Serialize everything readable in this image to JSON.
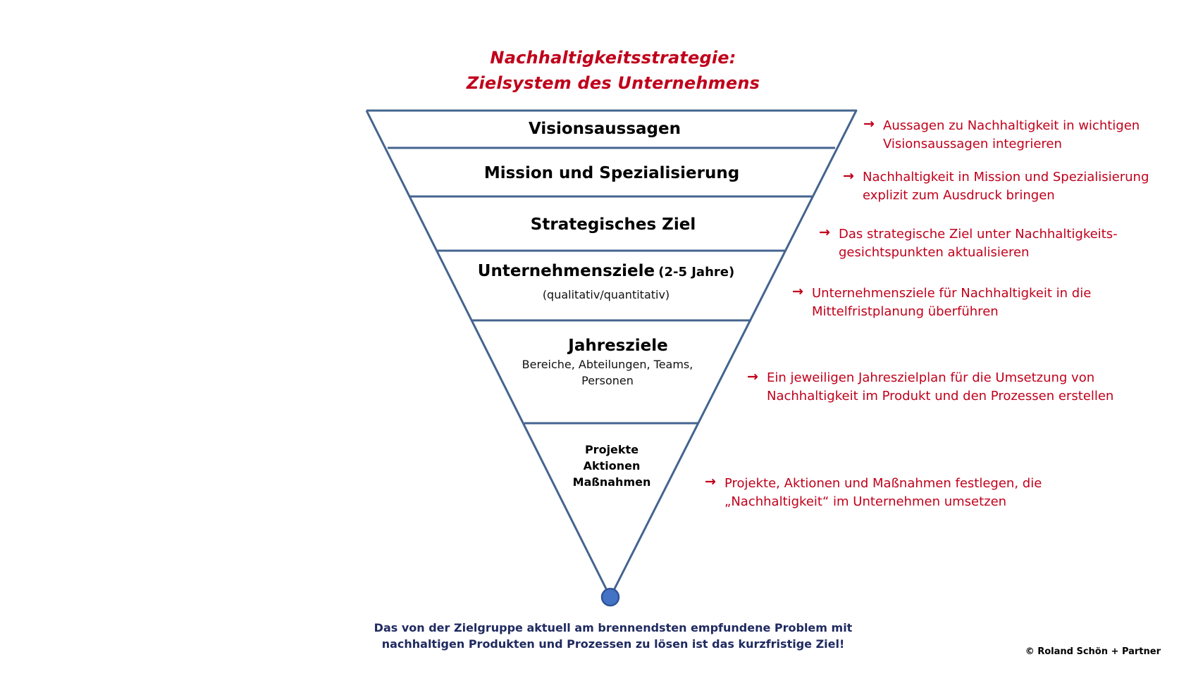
{
  "title": {
    "line1": "Nachhaltigkeitsstrategie:",
    "line2": "Zielsystem des Unternehmens"
  },
  "funnel": {
    "visionsaussagen": "Visionsaussagen",
    "mission": "Mission und Spezialisierung",
    "strategisch": "Strategisches Ziel",
    "unternehmensziele": "Unternehmensziele",
    "unternehmensziele_zeit": "(2-5 Jahre)",
    "unternehmensziele_sub": "(qualitativ/quantitativ)",
    "jahresziele": "Jahresziele",
    "jahresziele_sub1": "Bereiche, Abteilungen, Teams,",
    "jahresziele_sub2": "Personen",
    "projekte1": "Projekte",
    "projekte2": "Aktionen",
    "projekte3": "Maßnahmen"
  },
  "notes": [
    {
      "line1": "Aussagen zu Nachhaltigkeit in wichtigen",
      "line2": "Visionsaussagen integrieren"
    },
    {
      "line1": "Nachhaltigkeit in Mission und Spezialisierung",
      "line2": "explizit zum Ausdruck bringen"
    },
    {
      "line1": "Das strategische Ziel unter Nachhaltigkeits-",
      "line2": "gesichtspunkten aktualisieren"
    },
    {
      "line1": "Unternehmensziele  für Nachhaltigkeit in die",
      "line2": "Mittelfristplanung überführen"
    },
    {
      "line1": "Ein jeweiligen Jahreszielplan für die Umsetzung von",
      "line2": "Nachhaltigkeit im Produkt und den Prozessen erstellen"
    },
    {
      "line1": "Projekte, Aktionen und Maßnahmen festlegen, die",
      "line2": "„Nachhaltigkeit“ im Unternehmen umsetzen"
    }
  ],
  "arrow_glyph": "→",
  "footer": {
    "line1": "Das von der Zielgruppe aktuell am brennendsten empfundene Problem mit",
    "line2": "nachhaltigen Produkten und Prozessen zu lösen ist das kurzfristige Ziel!"
  },
  "copyright": "© Roland Schön + Partner",
  "colors": {
    "accent_red": "#c0001b",
    "line_blue": "#44648f",
    "dot_blue": "#4472c4",
    "footer_navy": "#1f2a60"
  }
}
